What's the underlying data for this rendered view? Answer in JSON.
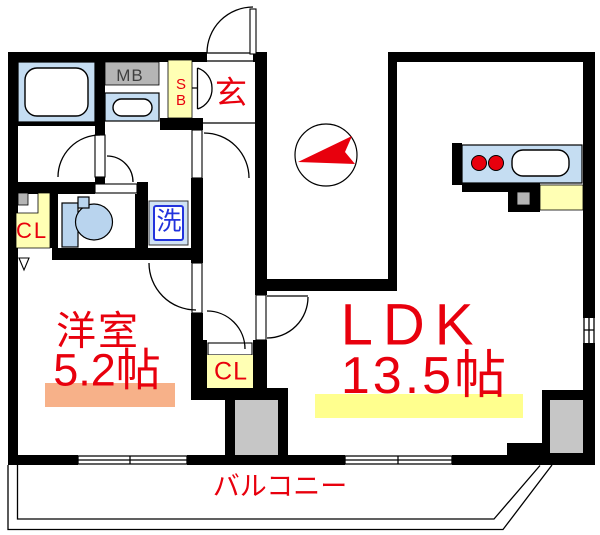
{
  "colors": {
    "wall": "#000000",
    "red": "#e8000d",
    "blue_text": "#2233dd",
    "light_blue": "#c5ddf2",
    "fixture_blue": "#b9d4ee",
    "pale_yellow": "#ffffb4",
    "highlight_yellow": "#ffff8e",
    "highlight_salmon": "#f7b189",
    "gray_box": "#b5b5b5",
    "pillar_gray": "#c6c6c6",
    "wash_box_fill": "#d0e2f4"
  },
  "floorplan": {
    "entrance_label": "玄",
    "meter_box_label": "MB",
    "shoe_box_label": "S\nB",
    "washing_machine_label": "洗",
    "bedroom_closet_label": "CL",
    "hall_closet_label": "CL",
    "bedroom": {
      "name": "洋室",
      "area": "5.2帖"
    },
    "ldk": {
      "name": "LDK",
      "area": "13.5帖"
    },
    "balcony_label": "バルコニー"
  }
}
